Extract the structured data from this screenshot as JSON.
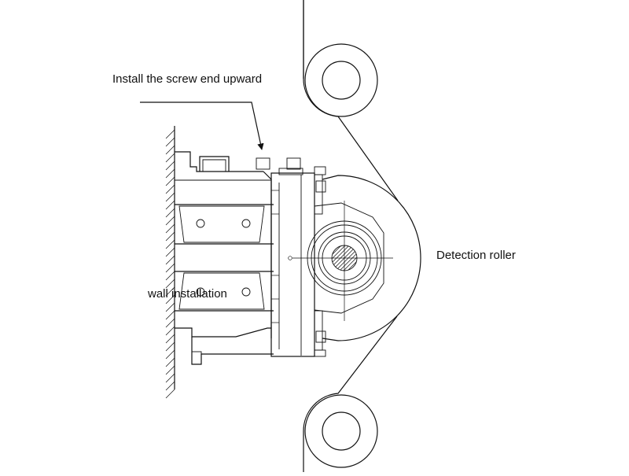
{
  "diagram": {
    "labels": {
      "screw_note": "Install the screw end upward",
      "detection_roller": "Detection roller",
      "wall_installation": "wall installation"
    }
  },
  "style": {
    "line_color": "#111111",
    "text_color": "#111111",
    "background": "#ffffff"
  }
}
